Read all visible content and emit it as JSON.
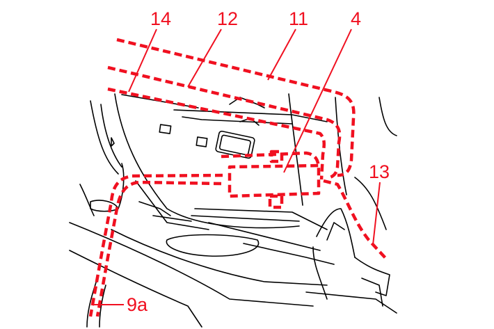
{
  "diagram": {
    "title": "Trunk lid wiring harness routing",
    "accent_color": "#f01020",
    "callouts": [
      "14",
      "12",
      "11",
      "4",
      "13",
      "9a"
    ]
  }
}
